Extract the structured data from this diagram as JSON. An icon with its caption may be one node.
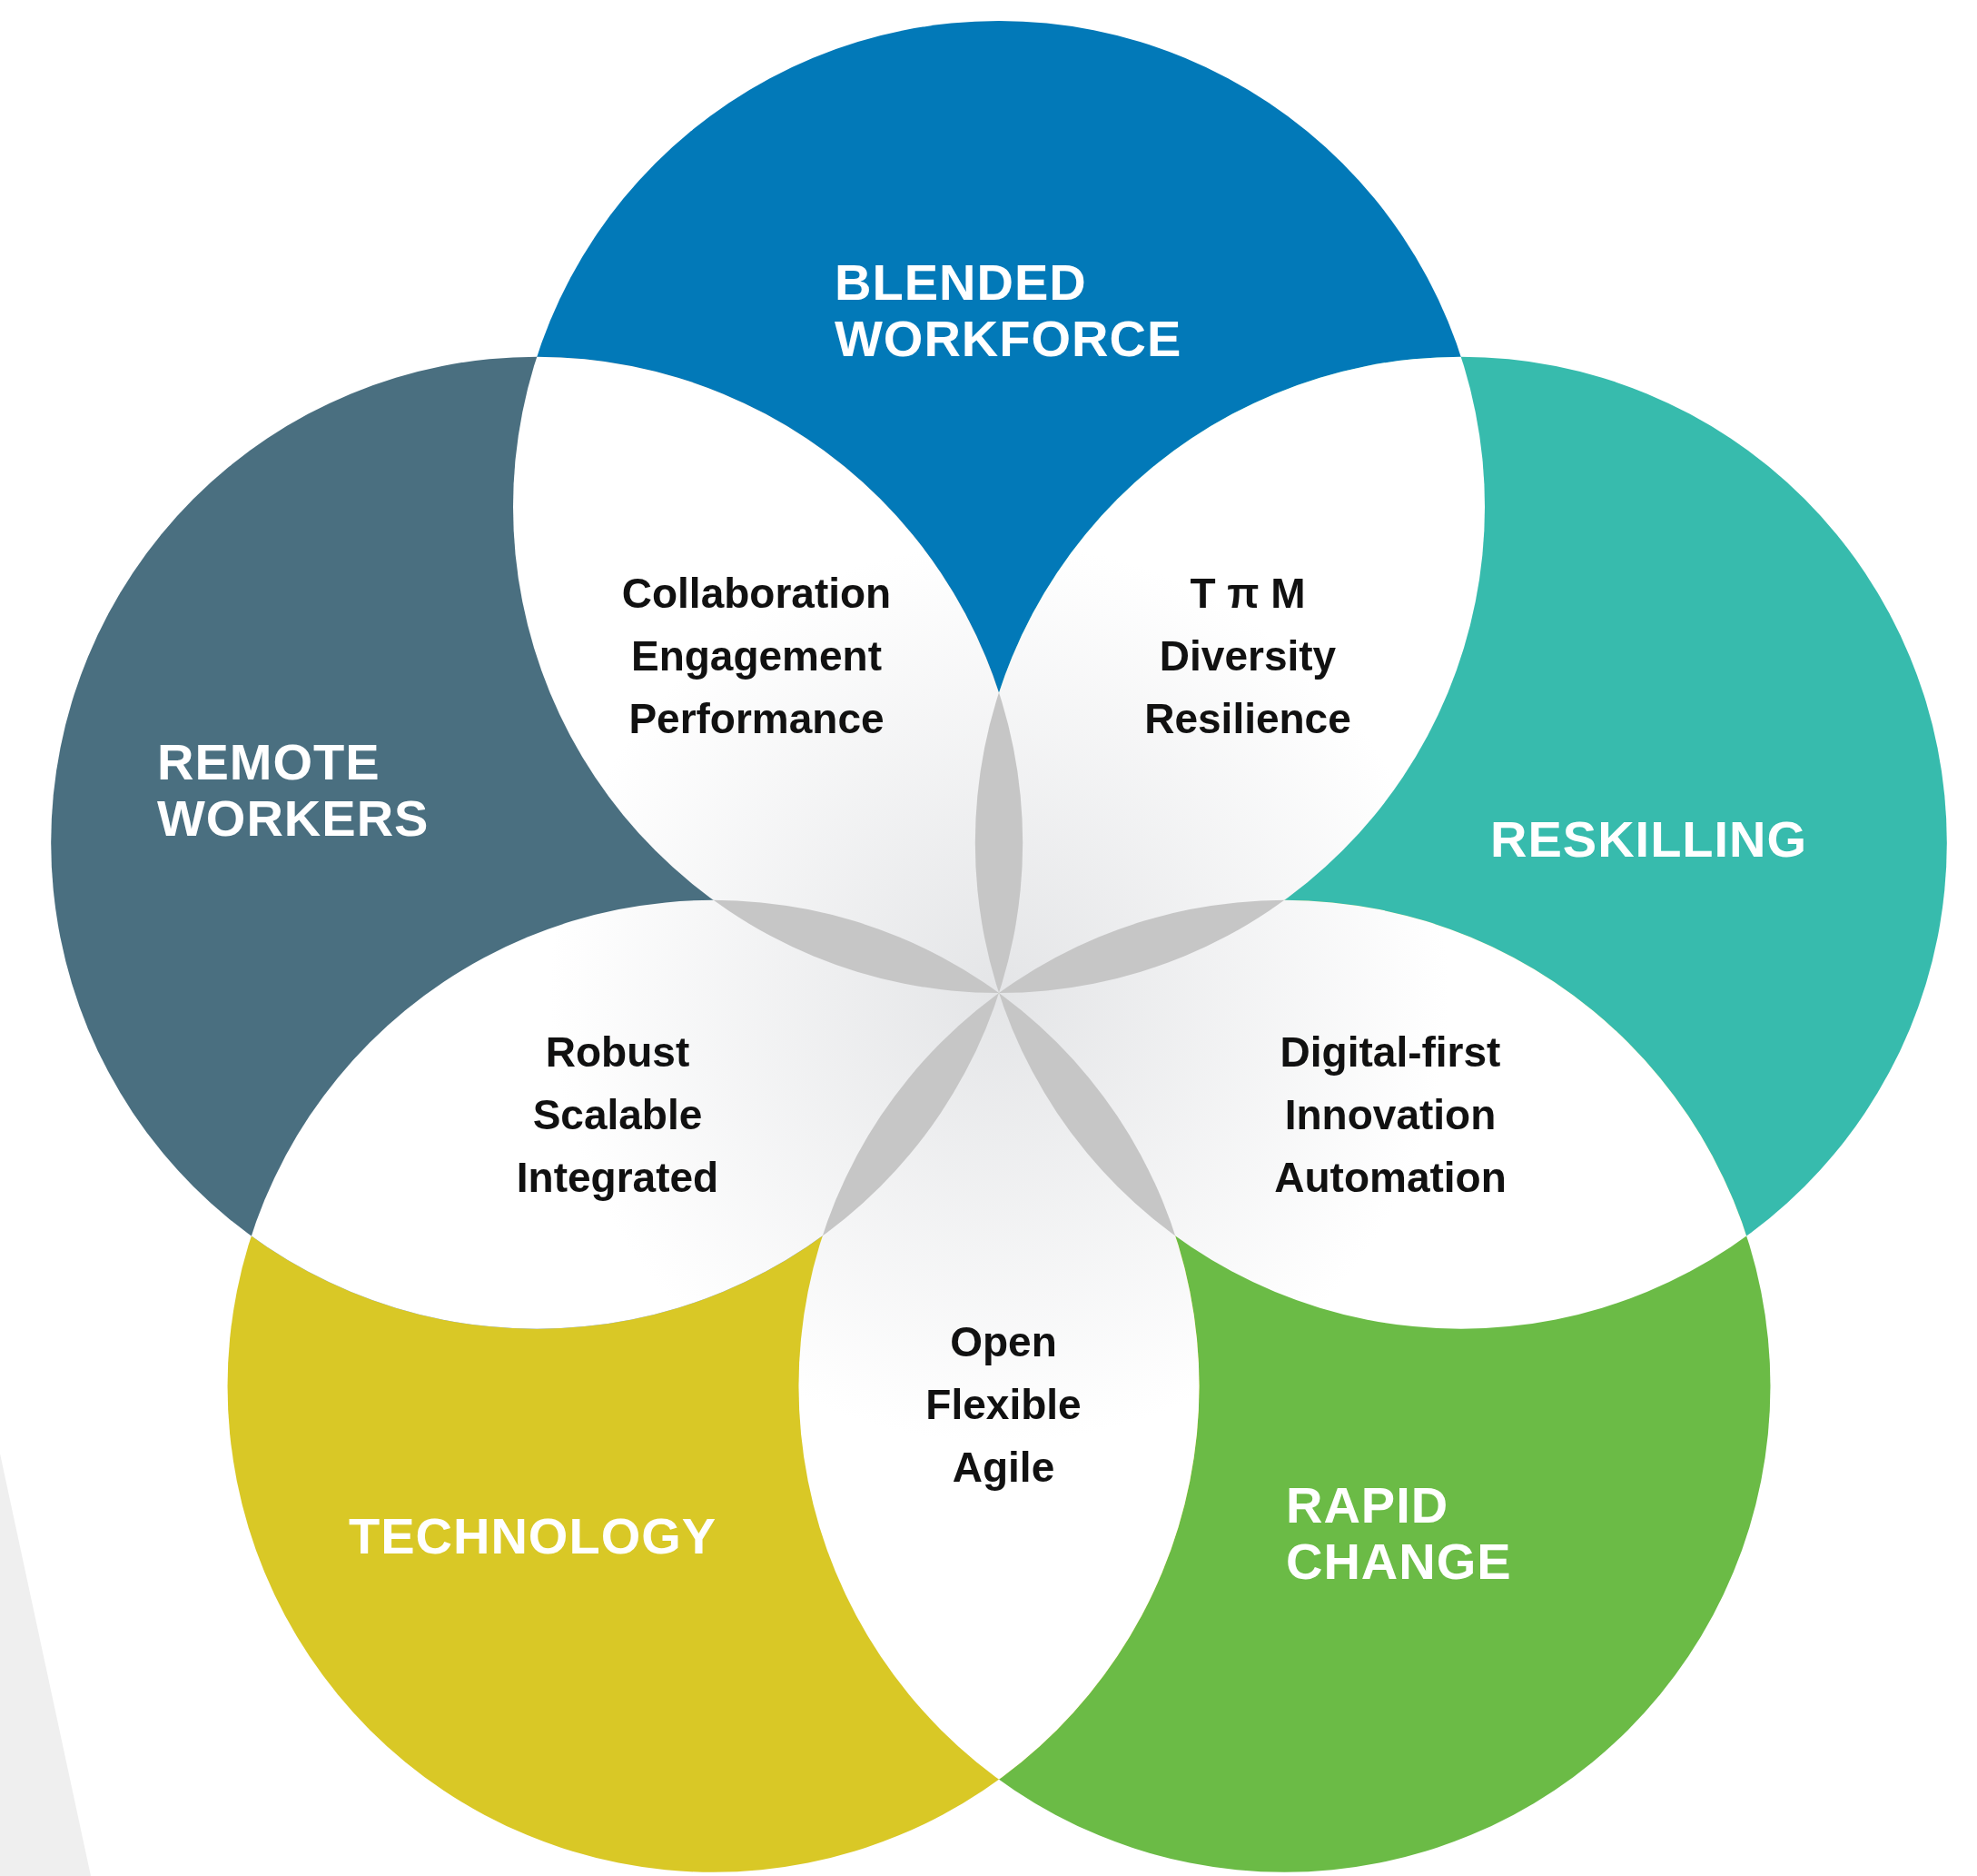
{
  "diagram": {
    "nodes": [
      {
        "text": [
          "BLENDED WORKFORCE"
        ]
      },
      {
        "text": [
          "Collaboration",
          "Engagement",
          "Performance"
        ]
      },
      {
        "text": [
          "T π M",
          "Diversity",
          "Resilience"
        ]
      },
      {
        "text": [
          "REMOTE WORKERS"
        ]
      },
      {
        "text": [
          "RESKILLING"
        ]
      },
      {
        "text": [
          "Robust",
          "Scalable",
          "Integrated"
        ]
      },
      {
        "text": [
          "Digital-first",
          "Innovation",
          "Automation"
        ]
      },
      {
        "text": [
          "Open",
          "Flexible",
          "Agile"
        ]
      },
      {
        "text": [
          "TECHNOLOGY"
        ]
      },
      {
        "text": [
          "RAPID CHANGE"
        ]
      }
    ]
  }
}
